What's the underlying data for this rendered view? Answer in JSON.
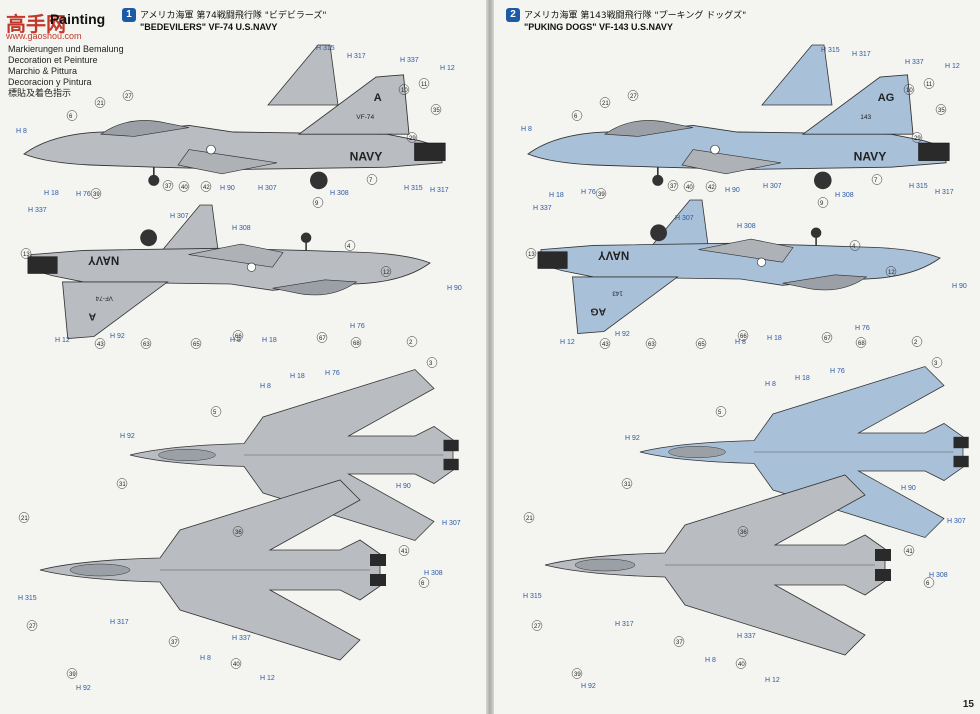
{
  "logo": {
    "brand": "高手网",
    "title": "Painting",
    "site": "www.gaoshou.com"
  },
  "languages": [
    "Markierungen und Bemalung",
    "Decoration et Peinture",
    "Marchio & Pittura",
    "Decoracion y Pintura",
    "標貼及着色指示"
  ],
  "schemes": [
    {
      "number": "1",
      "jp": "アメリカ海軍 第74戦闘飛行隊 \"ビデビラーズ\"",
      "en": "\"BEDEVILERS\" VF-74 U.S.NAVY",
      "fuselage_text": "NAVY",
      "tail_text": "A",
      "tail_code": "VF-74",
      "color": "#b9bdc2"
    },
    {
      "number": "2",
      "jp": "アメリカ海軍 第143戦闘飛行隊 \"プーキング ドッグズ\"",
      "en": "\"PUKING DOGS\" VF-143 U.S.NAVY",
      "fuselage_text": "NAVY",
      "tail_text": "AG",
      "tail_code": "143",
      "color": "#a9c0d9"
    }
  ],
  "paint_codes": [
    "H 8",
    "H 18",
    "H 76",
    "H 90",
    "H 307",
    "H 308",
    "H 315",
    "H 317",
    "H 337",
    "H 12",
    "H 92"
  ],
  "part_numbers": [
    "6",
    "21",
    "27",
    "37",
    "39",
    "40",
    "42",
    "9",
    "7",
    "29",
    "35",
    "10",
    "11",
    "4",
    "12",
    "13",
    "43",
    "63",
    "65",
    "66",
    "67",
    "68",
    "2",
    "3",
    "5",
    "31",
    "36",
    "41"
  ],
  "page_number": "15"
}
